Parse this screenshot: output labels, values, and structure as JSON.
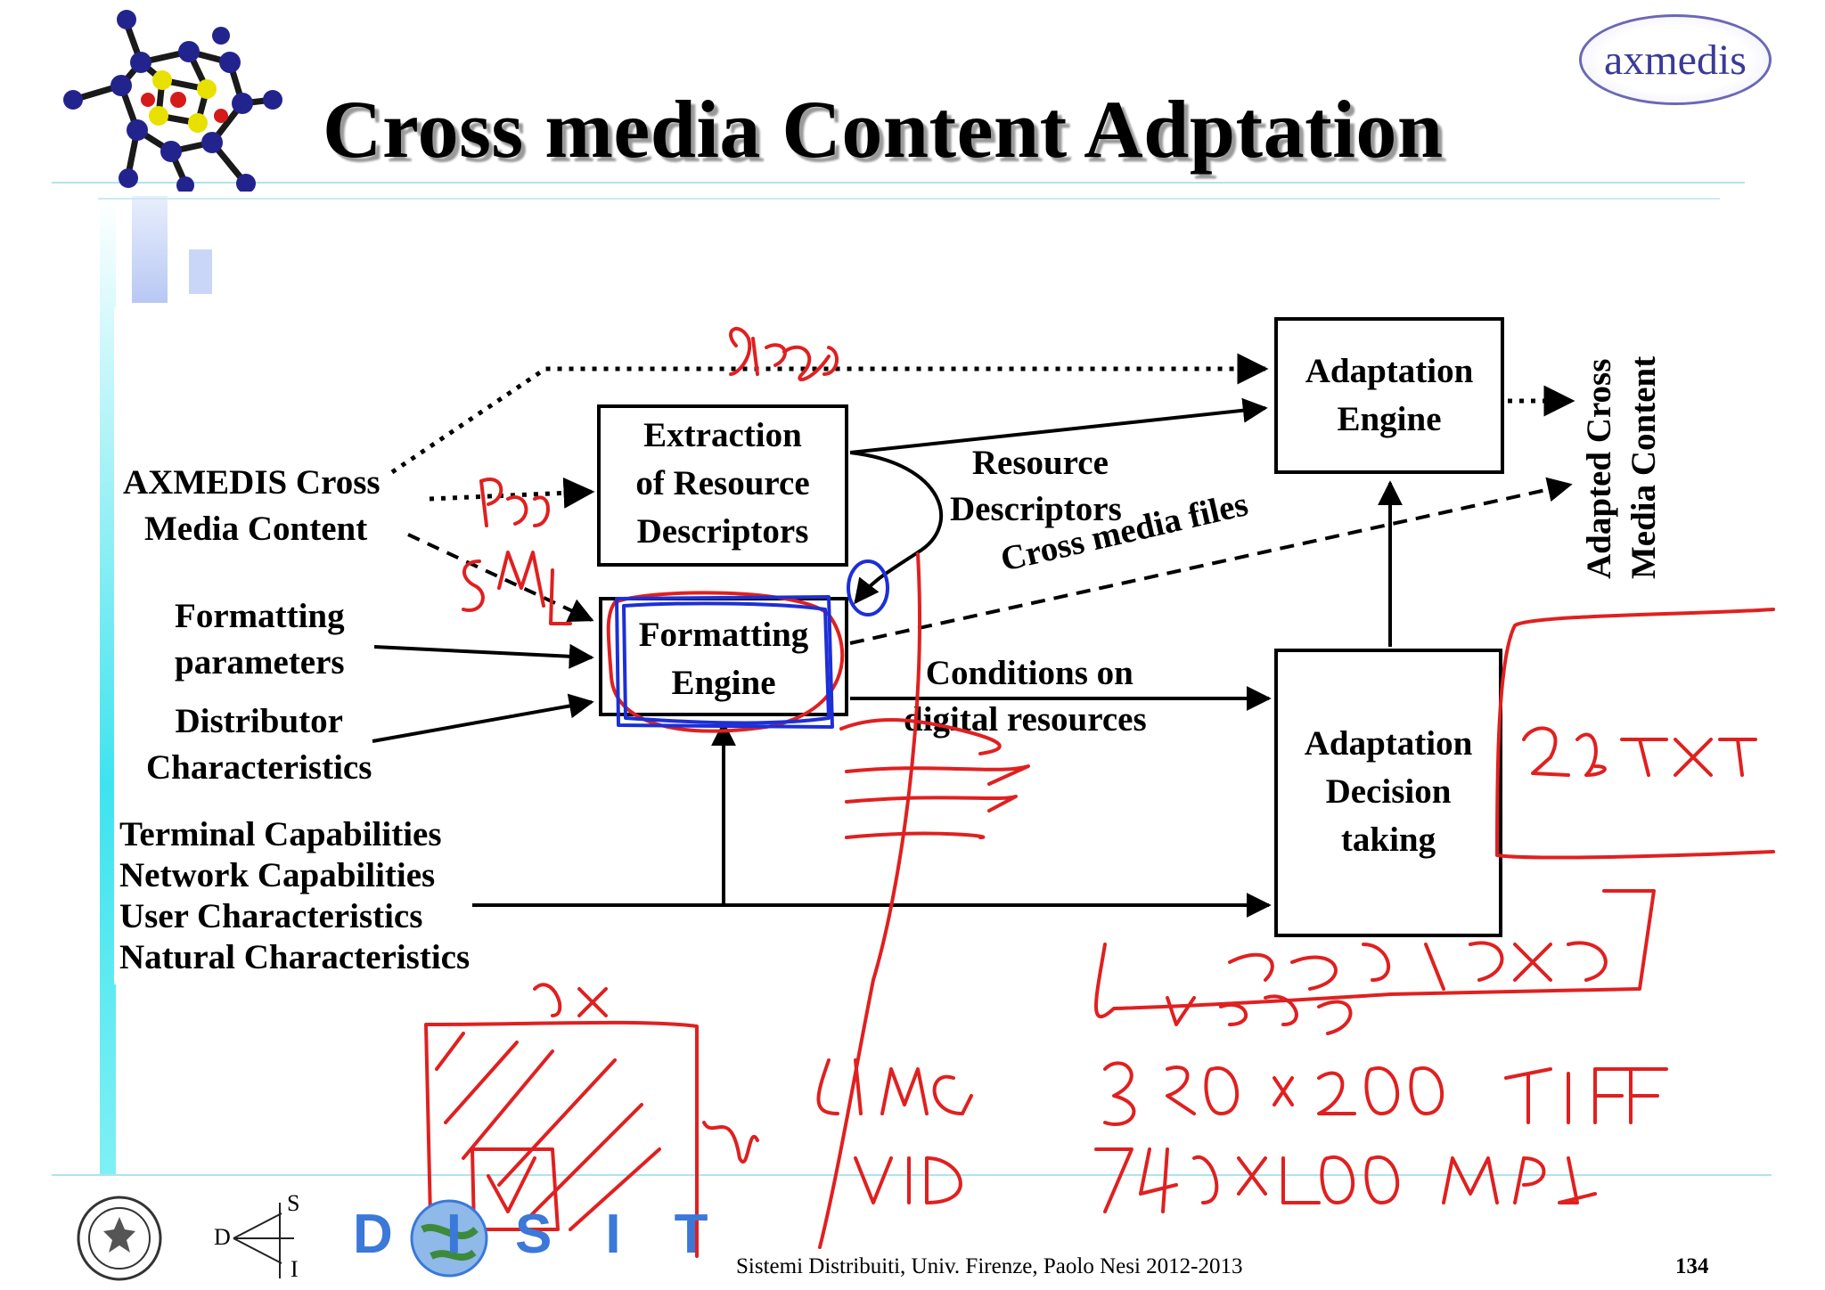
{
  "slide": {
    "title": "Cross media Content Adptation",
    "logo_text": "axmedis",
    "logo_disit": "DISIT",
    "logo_dsi": {
      "s": "S",
      "d": "D",
      "i": "I"
    },
    "footer": "Sistemi Distribuiti, Univ. Firenze, Paolo Nesi 2012-2013",
    "page_number": "134"
  },
  "diagram": {
    "inputs": {
      "axmedis_content_1": "AXMEDIS Cross",
      "axmedis_content_2": "Media Content",
      "formatting_params_1": "Formatting",
      "formatting_params_2": "parameters",
      "distributor_1": "Distributor",
      "distributor_2": "Characteristics",
      "capabilities": [
        "Terminal Capabilities",
        "Network Capabilities",
        "User Characteristics",
        "Natural Characteristics"
      ]
    },
    "boxes": {
      "extraction": [
        "Extraction",
        "of Resource",
        "Descriptors"
      ],
      "formatting": [
        "Formatting",
        "Engine"
      ],
      "adaptation_engine": [
        "Adaptation",
        "Engine"
      ],
      "adaptation_decision": [
        "Adaptation",
        "Decision",
        "taking"
      ]
    },
    "edge_labels": {
      "resource_1": "Resource",
      "resource_2": "Descriptors",
      "cross_media_files": "Cross media files",
      "conditions_1": "Conditions on",
      "conditions_2": "digital resources"
    },
    "output": {
      "line1": "Adapted Cross",
      "line2": "Media Content"
    }
  },
  "colors": {
    "annotation_red": "#e02020",
    "annotation_blue": "#1d2fd6",
    "diagram_ink": "#000000"
  }
}
